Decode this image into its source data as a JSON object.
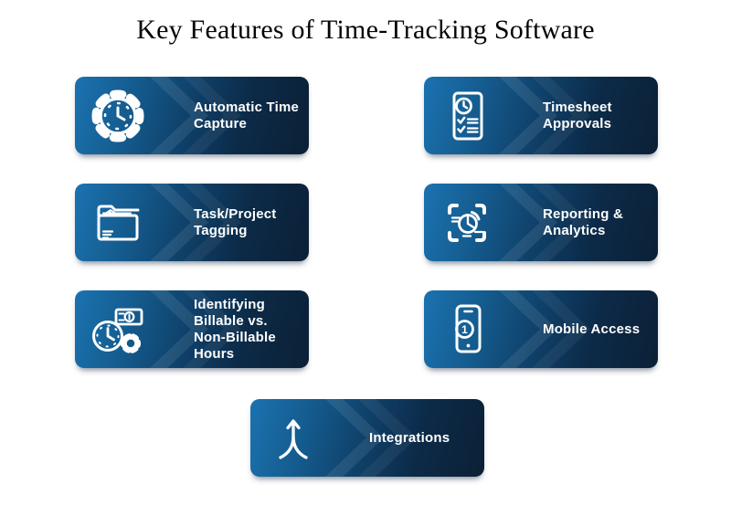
{
  "title": "Key Features of Time-Tracking Software",
  "colors": {
    "background": "#ffffff",
    "title_text": "#050505",
    "card_gradient_start": "#1b72b0",
    "card_gradient_mid": "#0f416a",
    "card_gradient_end": "#0b2036",
    "card_text": "#ffffff",
    "icon_stroke": "#ffffff"
  },
  "cards": [
    {
      "label": "Automatic Time Capture",
      "icon": "gear-clock-icon"
    },
    {
      "label": "Timesheet Approvals",
      "icon": "timesheet-checklist-icon"
    },
    {
      "label": "Task/Project Tagging",
      "icon": "folder-tag-icon"
    },
    {
      "label": "Reporting & Analytics",
      "icon": "pie-chart-board-icon"
    },
    {
      "label": "Identifying Billable vs. Non-Billable Hours",
      "icon": "clock-money-gear-icon"
    },
    {
      "label": "Mobile Access",
      "icon": "smartphone-badge-icon"
    },
    {
      "label": "Integrations",
      "icon": "merge-arrow-icon"
    }
  ]
}
